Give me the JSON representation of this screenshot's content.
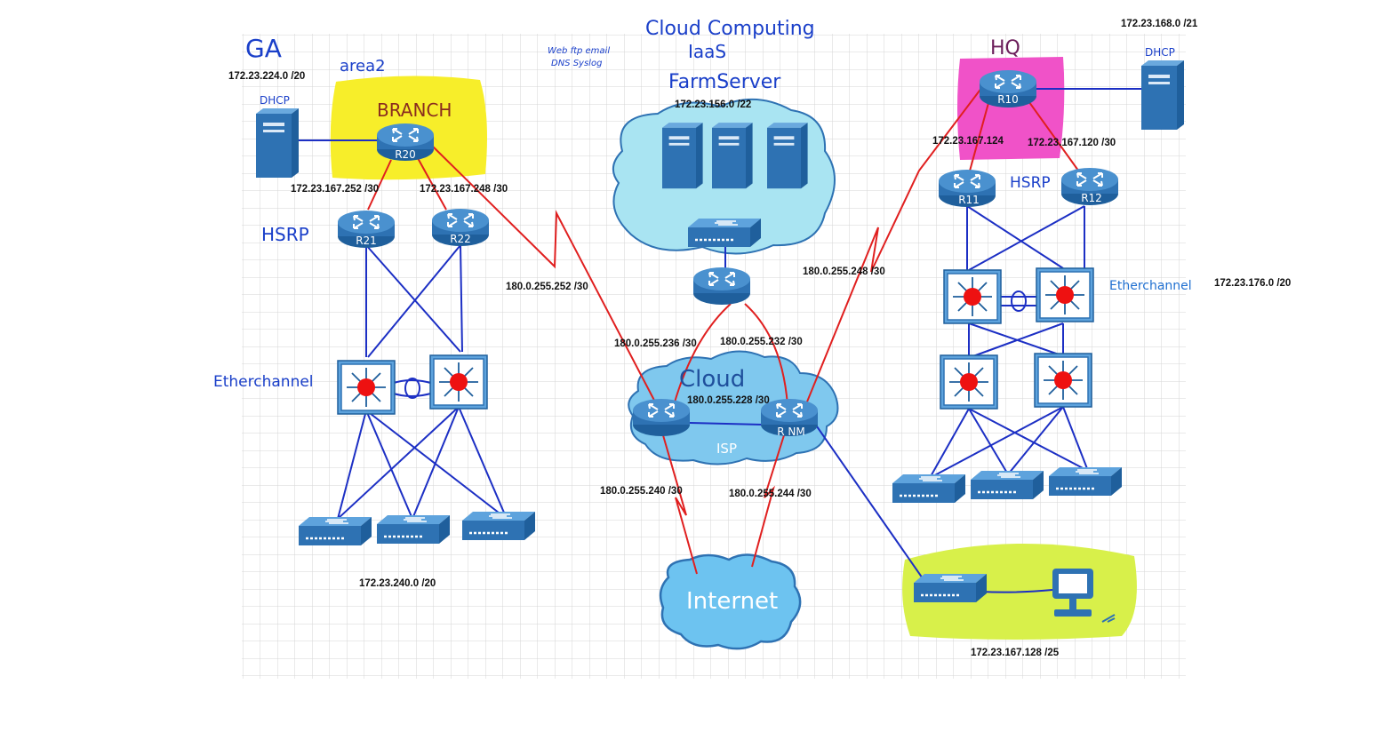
{
  "titles": {
    "ga": "GA",
    "area2": "area2",
    "branch": "BRANCH",
    "cloud_computing": "Cloud Computing",
    "iaas": "IaaS",
    "farm_server": "FarmServer",
    "services_line1": "Web ftp email",
    "services_line2": "DNS Syslog",
    "hq": "HQ",
    "cloud": "Cloud",
    "isp": "ISP",
    "internet": "Internet",
    "hsrp_left": "HSRP",
    "hsrp_right": "HSRP",
    "etherchannel_left": "Etherchannel",
    "etherchannel_right": "Etherchannel",
    "dhcp_left": "DHCP",
    "dhcp_right": "DHCP"
  },
  "routers": {
    "r20": "R20",
    "r21": "R21",
    "r22": "R22",
    "r10": "R10",
    "r11": "R11",
    "r12": "R12",
    "rnm": "R NM"
  },
  "subnets": {
    "hq_dhcp": "172.23.168.0 /21",
    "ga_dhcp": "172.23.224.0 /20",
    "farm": "172.23.156.0 /22",
    "hq_r11": "172.23.167.124",
    "hq_r12": "172.23.167.120 /30",
    "br_r21": "172.23.167.252 /30",
    "br_r22": "172.23.167.248 /30",
    "wan_left_top": "180.0.255.252 /30",
    "wan_right_top": "180.0.255.248 /30",
    "hq_lan": "172.23.176.0 /20",
    "wan_farm_left": "180.0.255.236 /30",
    "wan_farm_right": "180.0.255.232 /30",
    "isp_link": "180.0.255.228 /30",
    "inet_left": "180.0.255.240 /30",
    "inet_right": "180.0.255.244 /30",
    "ga_lan": "172.23.240.0 /20",
    "nm_lan": "172.23.167.128 /25"
  },
  "colors": {
    "device": "#2e72b3",
    "link_serial": "#e01f1f",
    "link_ethernet": "#1c2fc4",
    "ink": "#1a3fc9",
    "branch_highlight": "#f7ee2a",
    "hq_highlight": "#f052c8",
    "nm_highlight": "#d8f04a",
    "cloud_fill": "#a9e4f2",
    "isp_fill": "#7fc8ee",
    "internet_fill": "#6dc3f0",
    "switch_core": "#ee1111"
  }
}
